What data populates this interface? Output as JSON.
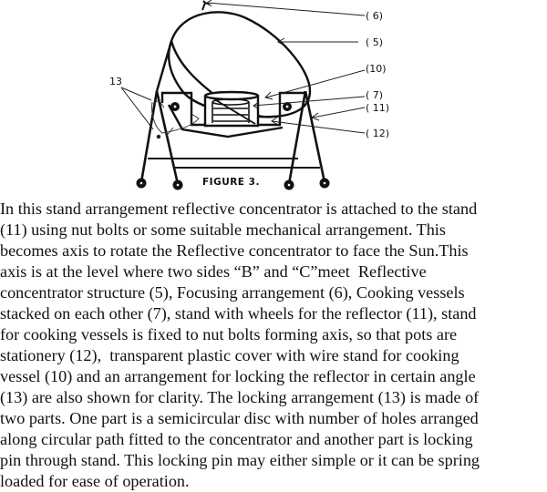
{
  "figure": {
    "caption": "FIGURE  3.",
    "labels": {
      "l6": "( 6)",
      "l5": "( 5)",
      "l10": "(10)",
      "l7": "( 7)",
      "l11": "( 11)",
      "l12": "( 12)",
      "l13": "13"
    }
  },
  "body_text": {
    "lines": [
      "In this stand arrangement reflective concentrator is attached to the stand",
      "(11) using nut bolts or some suitable mechanical arrangement. This",
      "becomes axis to rotate the Reflective concentrator to face the Sun.This",
      "axis is at the level where two sides “B” and “C”meet  Reflective",
      "concentrator structure (5), Focusing arrangement (6), Cooking vessels",
      "stacked on each other (7), stand with wheels for the reflector (11), stand",
      "for cooking vessels is fixed to nut bolts forming axis, so that pots are",
      "stationery (12),  transparent plastic cover with wire stand for cooking",
      "vessel (10) and an arrangement for locking the reflector in certain angle",
      "(13) are also shown for clarity. The locking arrangement (13) is made of",
      "two parts. One part is a semicircular disc with number of holes arranged",
      "along circular path fitted to the concentrator and another part is locking",
      "pin through stand. This locking pin may either simple or it can be spring",
      "loaded for ease of operation."
    ]
  }
}
